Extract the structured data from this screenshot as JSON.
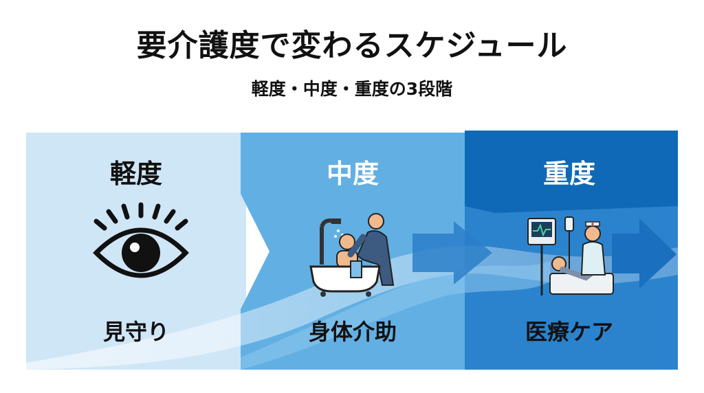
{
  "title": "要介護度で変わるスケジュール",
  "subtitle": "軽度・中度・重度の3段階",
  "stages": [
    {
      "name": "軽度",
      "description": "見守り",
      "icon": "eye-icon",
      "color": "#cfe6f7"
    },
    {
      "name": "中度",
      "description": "身体介助",
      "icon": "bath-assist-icon",
      "color": "#5aa9e0"
    },
    {
      "name": "重度",
      "description": "医療ケア",
      "icon": "medical-care-icon",
      "color": "#1570be"
    }
  ]
}
